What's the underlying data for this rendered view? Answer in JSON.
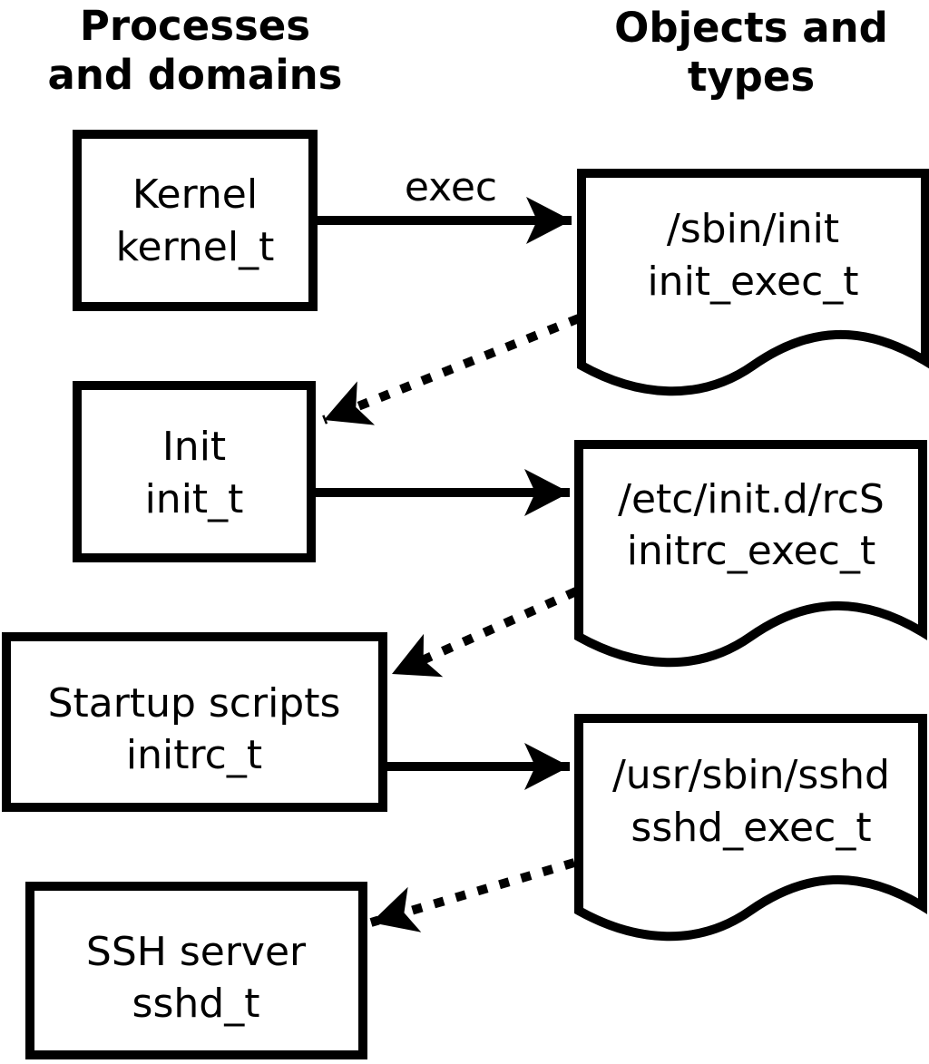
{
  "diagram": {
    "left_column_header": {
      "line1": "Processes",
      "line2": "and domains"
    },
    "right_column_header": {
      "line1": "Objects and",
      "line2": "types"
    },
    "exec_label": "exec",
    "process_boxes": [
      {
        "label": "Kernel",
        "domain": "kernel_t"
      },
      {
        "label": "Init",
        "domain": "init_t"
      },
      {
        "label": "Startup scripts",
        "domain": "initrc_t"
      },
      {
        "label": "SSH server",
        "domain": "sshd_t"
      }
    ],
    "object_documents": [
      {
        "path": "/sbin/init",
        "type": "init_exec_t"
      },
      {
        "path": "/etc/init.d/rcS",
        "type": "initrc_exec_t"
      },
      {
        "path": "/usr/sbin/sshd",
        "type": "sshd_exec_t"
      }
    ],
    "colors": {
      "foreground": "#000000",
      "background": "#ffffff"
    }
  }
}
